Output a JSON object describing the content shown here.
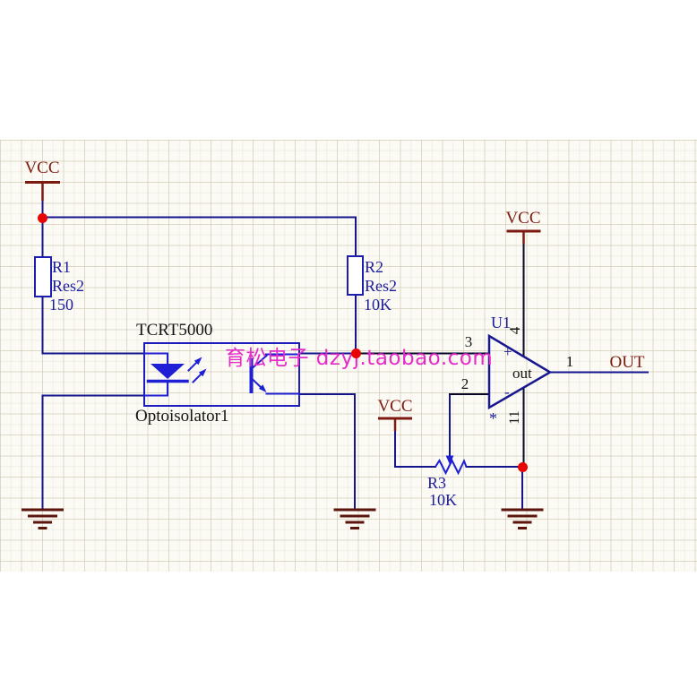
{
  "watermark": {
    "text": "育松电子 dzyj.taobao.com"
  },
  "power_labels": {
    "vcc_left": "VCC",
    "vcc_mid": "VCC",
    "vcc_opamp": "VCC"
  },
  "net_labels": {
    "out": "OUT"
  },
  "components": {
    "r1": {
      "designator": "R1",
      "comment": "Res2",
      "value": "150"
    },
    "r2": {
      "designator": "R2",
      "comment": "Res2",
      "value": "10K"
    },
    "r3": {
      "designator": "R3",
      "value": "10K"
    },
    "opto": {
      "comment": "TCRT5000",
      "designator": "Optoisolator1"
    },
    "opamp": {
      "designator": "U1",
      "output_name": "out",
      "pin_noninverting": "3",
      "pin_inverting": "2",
      "pin_output": "1",
      "pin_vplus": "4",
      "pin_vminus": "11",
      "plus_sign": "+",
      "minus_sign": "-",
      "star": "*"
    }
  },
  "colors": {
    "wire_navy": "#14148c",
    "component_blue": "#1f1fd6",
    "power_maroon": "#7d1a10",
    "ground_maroon": "#5c150c",
    "junction_red": "#e60404",
    "watermark_magenta": "#e42cc8",
    "component_text_navy": "#1c1c9e",
    "pin_text_black": "#141414",
    "sheet_background": "#fbfaf4"
  }
}
